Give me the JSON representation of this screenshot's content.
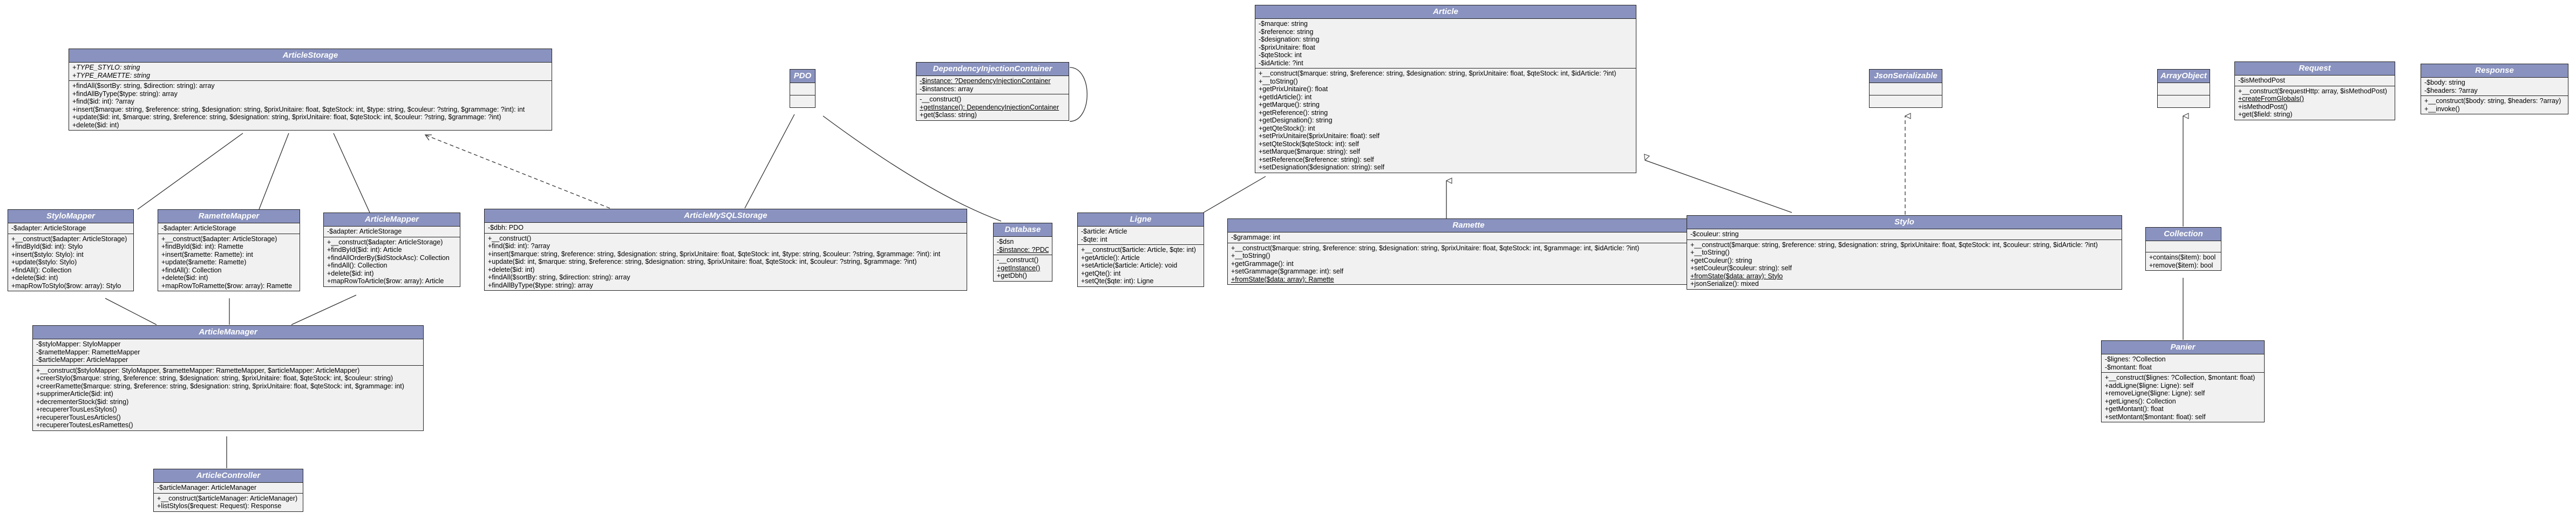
{
  "classes": {
    "article_storage": {
      "name": "ArticleStorage",
      "attrs": [
        "+TYPE_STYLO: string",
        "+TYPE_RAMETTE: string"
      ],
      "methods": [
        "+findAll($sortBy: string, $direction: string): array",
        "+findAllByType($type: string): array",
        "+find($id: int): ?array",
        "+insert($marque: string, $reference: string, $designation: string, $prixUnitaire: float, $qteStock: int, $type: string, $couleur: ?string, $grammage: ?int): int",
        "+update($id: int, $marque: string, $reference: string, $designation: string, $prixUnitaire: float, $qteStock: int, $couleur: ?string, $grammage: ?int)",
        "+delete($id: int)"
      ]
    },
    "pdo": {
      "name": "PDO"
    },
    "di_container": {
      "name": "DependencyInjectionContainer",
      "attrs": [
        "-$instance: ?DependencyInjectionContainer",
        "-$instances: array"
      ],
      "methods": [
        "-__construct()",
        "+getInstance(): DependencyInjectionContainer",
        "+get($class: string)"
      ]
    },
    "article": {
      "name": "Article",
      "attrs": [
        "-$marque: string",
        "-$reference: string",
        "-$designation: string",
        "-$prixUnitaire: float",
        "-$qteStock: int",
        "-$idArticle: ?int"
      ],
      "methods": [
        "+__construct($marque: string, $reference: string, $designation: string, $prixUnitaire: float, $qteStock: int, $idArticle: ?int)",
        "+__toString()",
        "+getPrixUnitaire(): float",
        "+getIdArticle(): int",
        "+getMarque(): string",
        "+getReference(): string",
        "+getDesignation(): string",
        "+getQteStock(): int",
        "+setPrixUnitaire($prixUnitaire: float): self",
        "+setQteStock($qteStock: int): self",
        "+setMarque($marque: string): self",
        "+setReference($reference: string): self",
        "+setDesignation($designation: string): self"
      ]
    },
    "json_serializable": {
      "name": "JsonSerializable"
    },
    "array_object": {
      "name": "ArrayObject"
    },
    "request": {
      "name": "Request",
      "attrs": [
        "-$isMethodPost"
      ],
      "methods": [
        "+__construct($requestHttp: array, $isMethodPost)",
        "+createFromGlobals()",
        "+isMethodPost()",
        "+get($field: string)"
      ]
    },
    "response": {
      "name": "Response",
      "attrs": [
        "-$body: string",
        "-$headers: ?array"
      ],
      "methods": [
        "+__construct($body: string, $headers: ?array)",
        "+__invoke()"
      ]
    },
    "stylo_mapper": {
      "name": "StyloMapper",
      "attrs": [
        "-$adapter: ArticleStorage"
      ],
      "methods": [
        "+__construct($adapter: ArticleStorage)",
        "+findById($id: int): Stylo",
        "+insert($stylo: Stylo): int",
        "+update($stylo: Stylo)",
        "+findAll(): Collection",
        "+delete($id: int)",
        "+mapRowToStylo($row: array): Stylo"
      ]
    },
    "ramette_mapper": {
      "name": "RametteMapper",
      "attrs": [
        "-$adapter: ArticleStorage"
      ],
      "methods": [
        "+__construct($adapter: ArticleStorage)",
        "+findById($id: int): Ramette",
        "+insert($ramette: Ramette): int",
        "+update($ramette: Ramette)",
        "+findAll(): Collection",
        "+delete($id: int)",
        "+mapRowToRamette($row: array): Ramette"
      ]
    },
    "article_mapper": {
      "name": "ArticleMapper",
      "attrs": [
        "-$adapter: ArticleStorage"
      ],
      "methods": [
        "+__construct($adapter: ArticleStorage)",
        "+findById($id: int): Article",
        "+findAllOrderBy($idStockAsc): Collection",
        "+findAll(): Collection",
        "+delete($id: int)",
        "+mapRowToArticle($row: array): Article"
      ]
    },
    "mysql_storage": {
      "name": "ArticleMySQLStorage",
      "attrs": [
        "-$dbh: PDO"
      ],
      "methods": [
        "+__construct()",
        "+find($id: int): ?array",
        "+insert($marque: string, $reference: string, $designation: string, $prixUnitaire: float, $qteStock: int, $type: string, $couleur: ?string, $grammage: ?int): int",
        "+update($id: int, $marque: string, $reference: string, $designation: string, $prixUnitaire: float, $qteStock: int, $couleur: ?string, $grammage: ?int)",
        "+delete($id: int)",
        "+findAll($sortBy: string, $direction: string): array",
        "+findAllByType($type: string): array"
      ]
    },
    "database": {
      "name": "Database",
      "attrs": [
        "-$dsn",
        "-$instance: ?PDO"
      ],
      "methods": [
        "-__construct()",
        "+getInstance()",
        "+getDbh()"
      ]
    },
    "ligne": {
      "name": "Ligne",
      "attrs": [
        "-$article: Article",
        "-$qte: int"
      ],
      "methods": [
        "+__construct($article: Article, $qte: int)",
        "+getArticle(): Article",
        "+setArticle($article: Article): void",
        "+getQte(): int",
        "+setQte($qte: int): Ligne"
      ]
    },
    "ramette": {
      "name": "Ramette",
      "attrs": [
        "-$grammage: int"
      ],
      "methods": [
        "+__construct($marque: string, $reference: string, $designation: string, $prixUnitaire: float, $qteStock: int, $grammage: int, $idArticle: ?int)",
        "+__toString()",
        "+getGrammage(): int",
        "+setGrammage($grammage: int): self",
        "+fromState($data: array): Ramette"
      ]
    },
    "stylo": {
      "name": "Stylo",
      "attrs": [
        "-$couleur: string"
      ],
      "methods": [
        "+__construct($marque: string, $reference: string, $designation: string, $prixUnitaire: float, $qteStock: int, $couleur: string, $idArticle: ?int)",
        "+__toString()",
        "+getCouleur(): string",
        "+setCouleur($couleur: string): self",
        "+fromState($data: array): Stylo",
        "+jsonSerialize(): mixed"
      ]
    },
    "collection": {
      "name": "Collection",
      "methods": [
        "+contains($item): bool",
        "+remove($item): bool"
      ]
    },
    "panier": {
      "name": "Panier",
      "attrs": [
        "-$lignes: ?Collection",
        "-$montant: float"
      ],
      "methods": [
        "+__construct($lignes: ?Collection, $montant: float)",
        "+addLigne($ligne: Ligne): self",
        "+removeLigne($ligne: Ligne): self",
        "+getLignes(): Collection",
        "+getMontant(): float",
        "+setMontant($montant: float): self"
      ]
    },
    "article_manager": {
      "name": "ArticleManager",
      "attrs": [
        "-$styloMapper: StyloMapper",
        "-$rametteMapper: RametteMapper",
        "-$articleMapper: ArticleMapper"
      ],
      "methods": [
        "+__construct($styloMapper: StyloMapper, $rametteMapper: RametteMapper, $articleMapper: ArticleMapper)",
        "+creerStylo($marque: string, $reference: string, $designation: string, $prixUnitaire: float, $qteStock: int, $couleur: string)",
        "+creerRamette($marque: string, $reference: string, $designation: string, $prixUnitaire: float, $qteStock: int, $grammage: int)",
        "+supprimerArticle($id: int)",
        "+decrementerStock($id: string)",
        "+recupererTousLesStylos()",
        "+recupererTousLesArticles()",
        "+recupererToutesLesRamettes()"
      ]
    },
    "article_controller": {
      "name": "ArticleController",
      "attrs": [
        "-$articleManager: ArticleManager"
      ],
      "methods": [
        "+__construct($articleManager: ArticleManager)",
        "+listStylos($request: Request): Response"
      ]
    }
  }
}
